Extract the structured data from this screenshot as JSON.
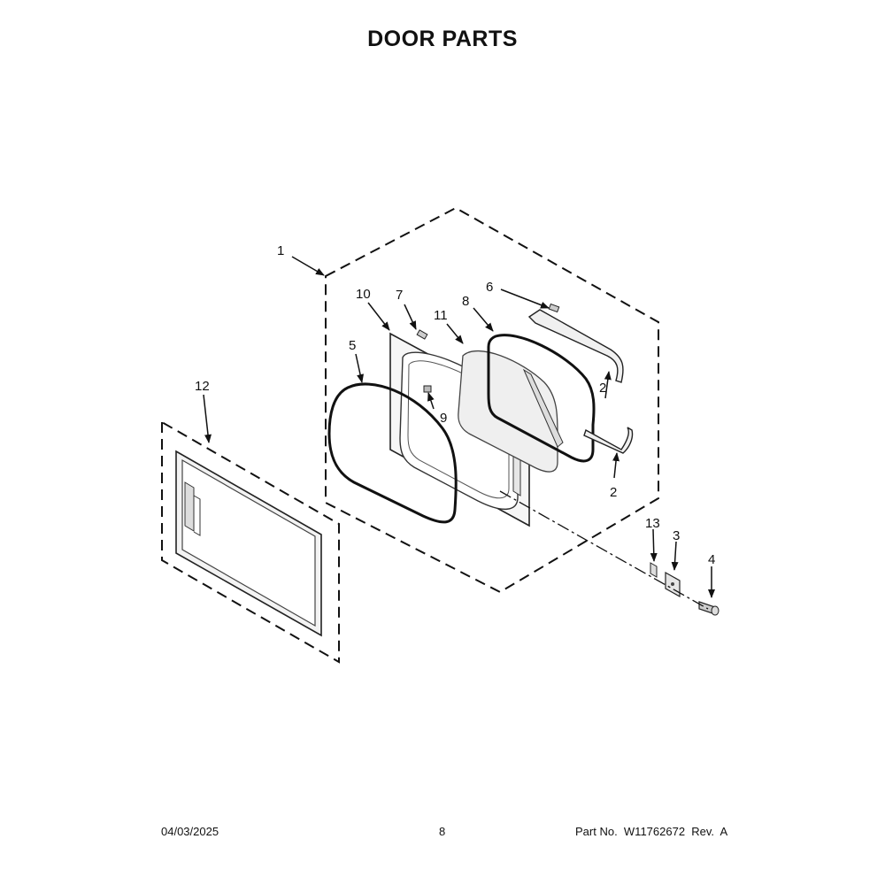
{
  "title": "DOOR PARTS",
  "callouts": {
    "c1": "1",
    "c2a": "2",
    "c2b": "2",
    "c3": "3",
    "c4": "4",
    "c5": "5",
    "c6": "6",
    "c7": "7",
    "c8": "8",
    "c9": "9",
    "c10": "10",
    "c11": "11",
    "c12": "12",
    "c13": "13"
  },
  "footer": {
    "date": "04/03/2025",
    "page": "8",
    "part": "Part No.  W11762672  Rev.  A"
  }
}
